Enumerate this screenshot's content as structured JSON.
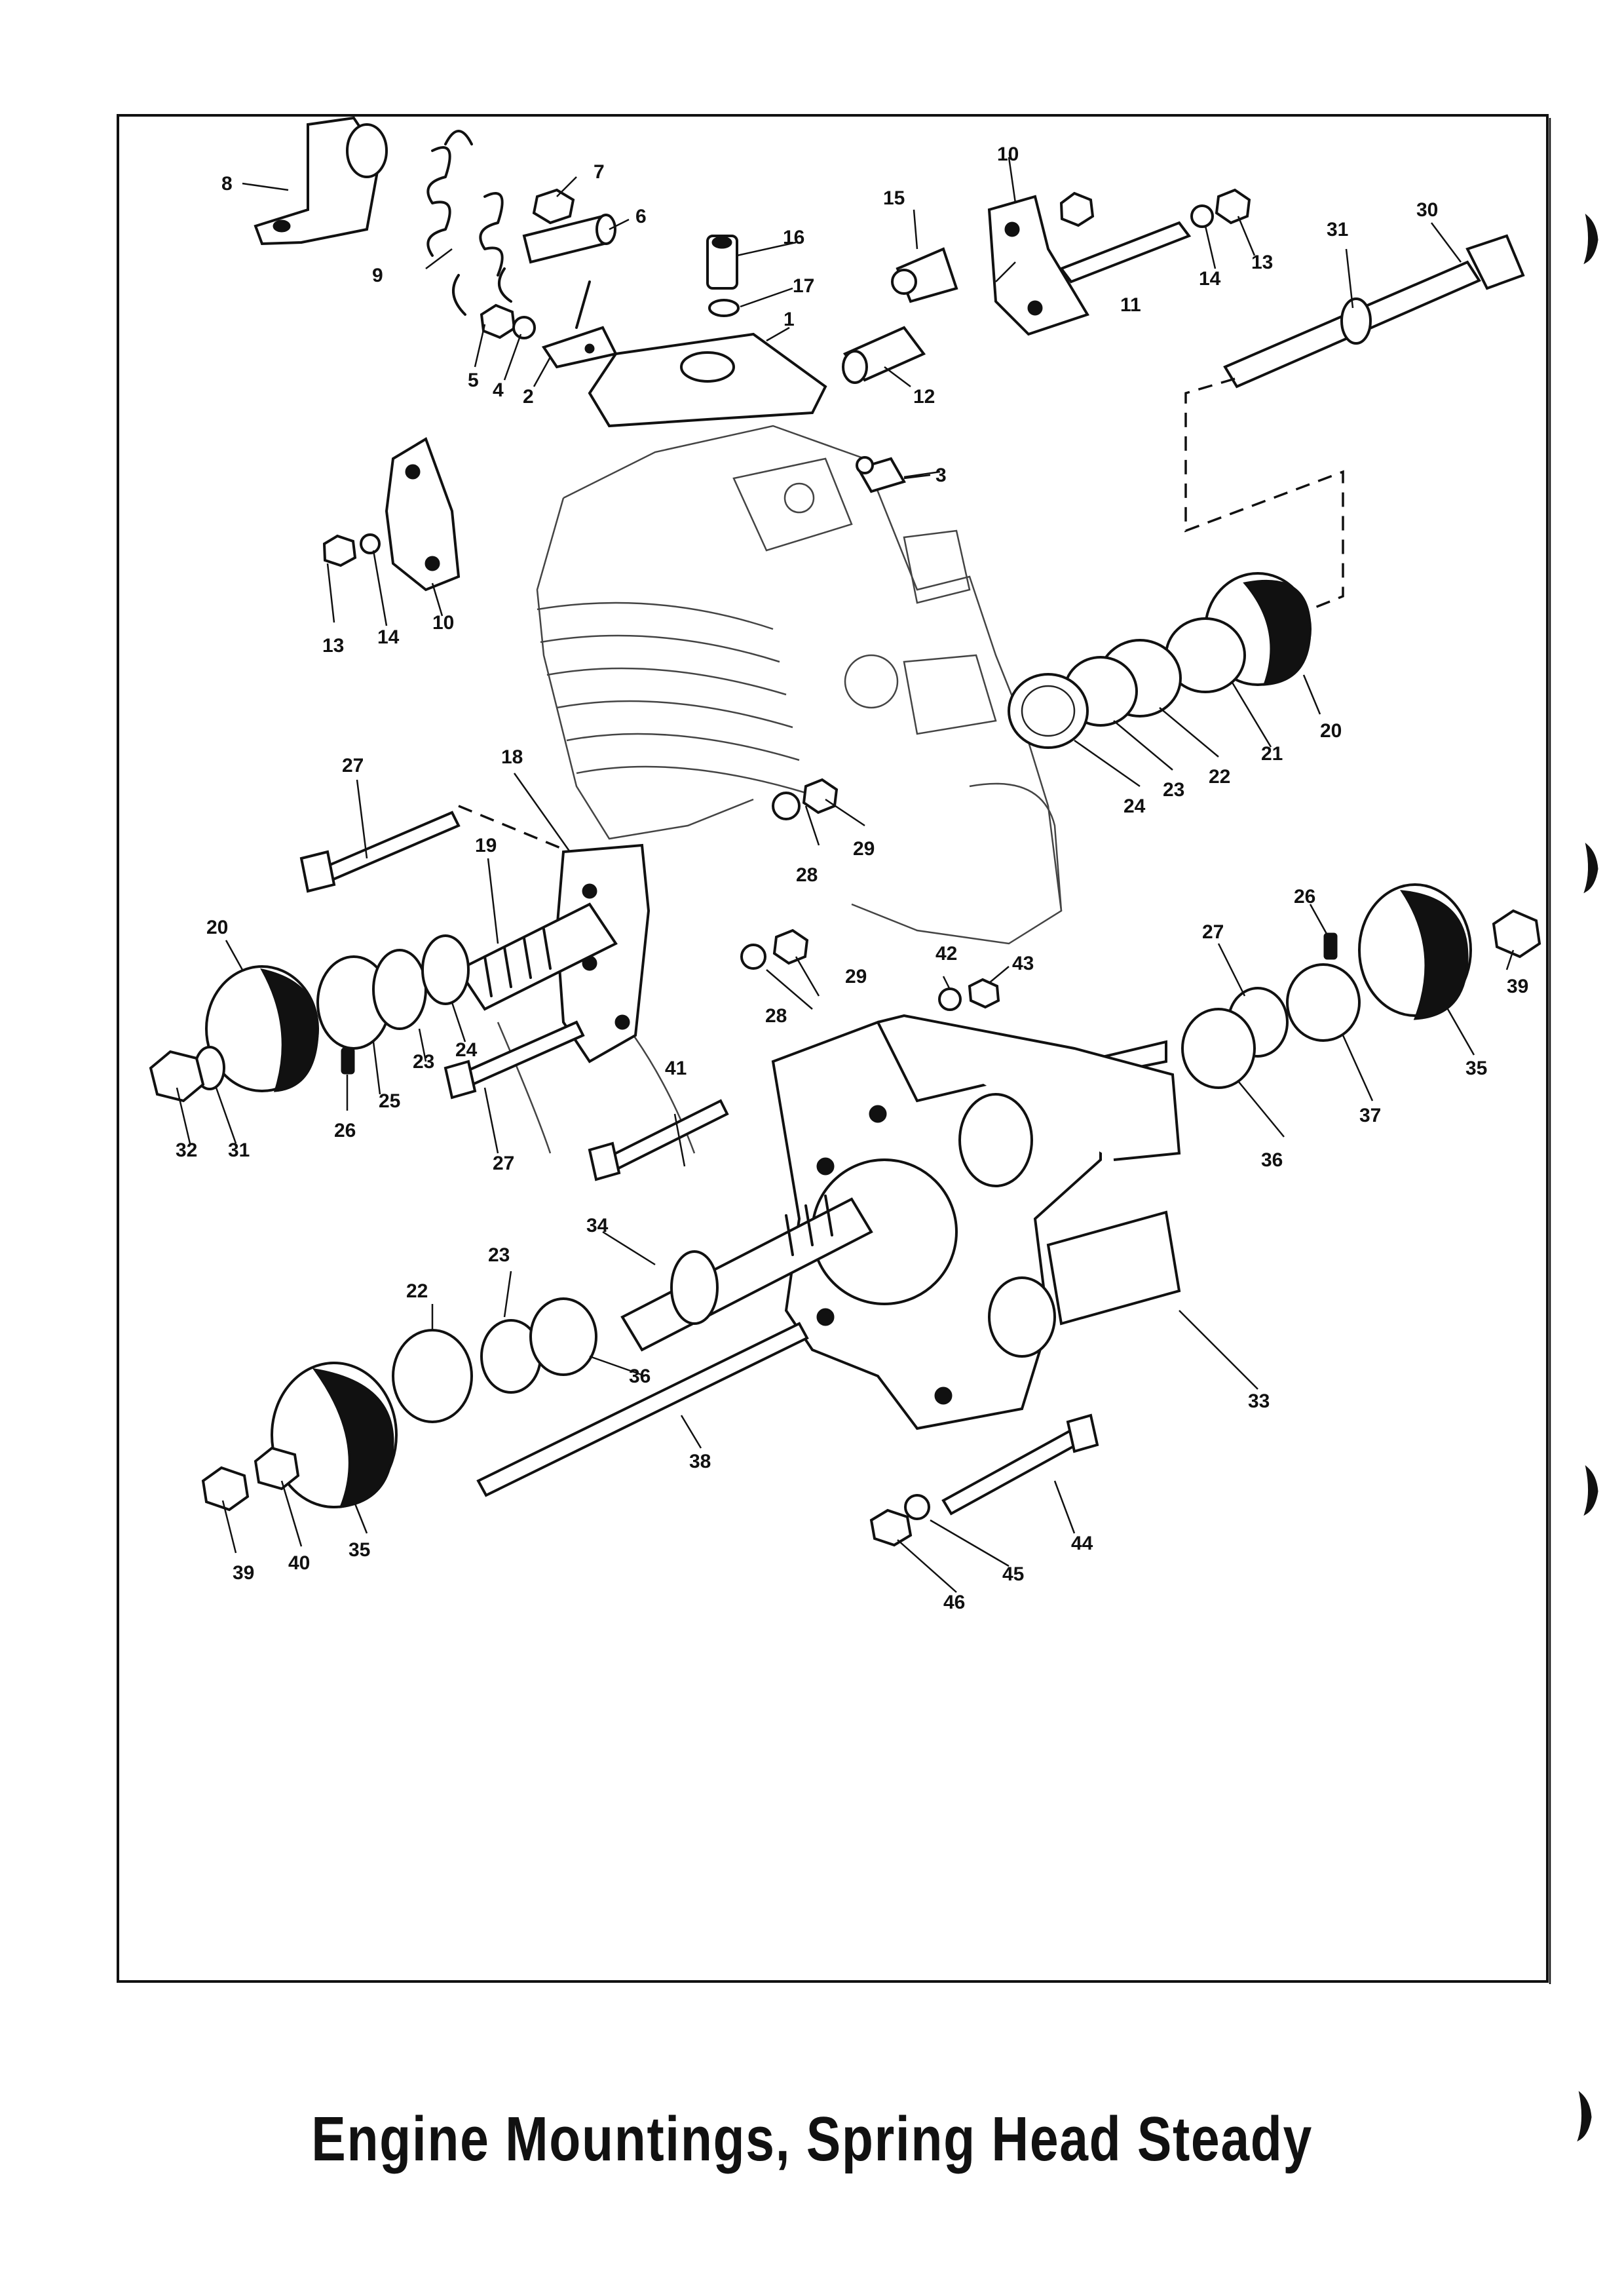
{
  "caption": "Engine Mountings, Spring Head Steady",
  "callouts": [
    "1",
    "2",
    "3",
    "4",
    "5",
    "6",
    "7",
    "8",
    "9",
    "10",
    "11",
    "12",
    "13",
    "14",
    "15",
    "16",
    "17",
    "18",
    "19",
    "20",
    "21",
    "22",
    "23",
    "24",
    "25",
    "26",
    "27",
    "28",
    "29",
    "30",
    "31",
    "32",
    "33",
    "34",
    "35",
    "36",
    "37",
    "38",
    "39",
    "40",
    "41",
    "42",
    "43",
    "44",
    "45",
    "46"
  ]
}
